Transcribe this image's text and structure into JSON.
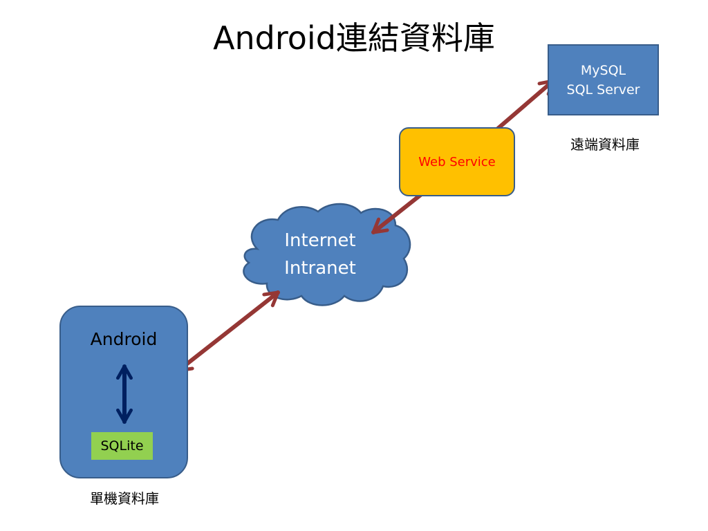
{
  "title": "Android連結資料庫",
  "remote_db": {
    "lines": [
      "MySQL",
      "SQL Server"
    ],
    "caption": "遠端資料庫"
  },
  "web_service": {
    "label": "Web Service"
  },
  "network": {
    "lines": [
      "Internet",
      "Intranet"
    ]
  },
  "device": {
    "label": "Android",
    "local_db": "SQLite",
    "caption": "單機資料庫"
  },
  "colors": {
    "box_blue": "#4f81bd",
    "border_blue": "#385d8a",
    "web_service_fill": "#ffc000",
    "web_service_text": "#ff0000",
    "sqlite_fill": "#92d050",
    "connector_arrow": "#953735",
    "internal_arrow": "#002060"
  }
}
